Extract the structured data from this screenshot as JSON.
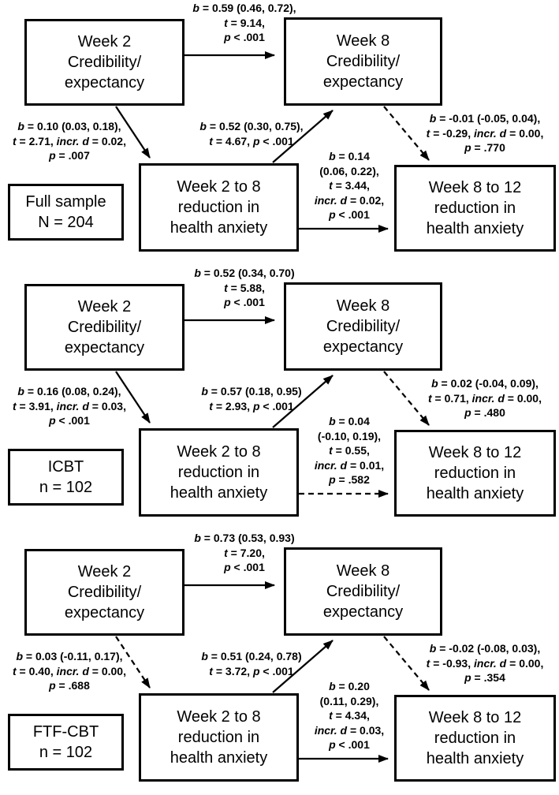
{
  "figure": {
    "background_color": "#ffffff",
    "line_color": "#000000",
    "box_border_color": "#000000",
    "arrow_dash_pattern": "7 5"
  },
  "panels": [
    {
      "id": "full-sample",
      "sample_label": [
        "Full sample",
        "N = 204"
      ],
      "boxes": {
        "week2_ce": [
          "Week 2",
          "Credibility/",
          "expectancy"
        ],
        "week8_ce": [
          "Week 8",
          "Credibility/",
          "expectancy"
        ],
        "week2to8": [
          "Week 2 to 8",
          "reduction in",
          "health anxiety"
        ],
        "week8to12": [
          "Week 8 to 12",
          "reduction in",
          "health anxiety"
        ]
      },
      "paths": {
        "top": {
          "lines": [
            "b = 0.59 (0.46, 0.72),",
            "t = 9.14,",
            "p < .001"
          ],
          "style": "solid"
        },
        "left": {
          "lines": [
            "b = 0.10 (0.03, 0.18),",
            "t = 2.71, incr. d = 0.02,",
            "p = .007"
          ],
          "style": "solid"
        },
        "mid": {
          "lines": [
            "b = 0.52 (0.30, 0.75),",
            "t = 4.67, p < .001"
          ],
          "style": "solid"
        },
        "right": {
          "lines": [
            "b = -0.01 (-0.05, 0.04),",
            "t = -0.29, incr. d = 0.00,",
            "p = .770"
          ],
          "style": "dashed"
        },
        "bottom": {
          "lines": [
            "b = 0.14",
            "(0.06, 0.22),",
            "t = 3.44,",
            "incr. d = 0.02,",
            "p < .001"
          ],
          "style": "solid"
        }
      }
    },
    {
      "id": "icbt",
      "sample_label": [
        "ICBT",
        "n = 102"
      ],
      "boxes": {
        "week2_ce": [
          "Week 2",
          "Credibility/",
          "expectancy"
        ],
        "week8_ce": [
          "Week 8",
          "Credibility/",
          "expectancy"
        ],
        "week2to8": [
          "Week 2 to 8",
          "reduction in",
          "health anxiety"
        ],
        "week8to12": [
          "Week 8 to 12",
          "reduction in",
          "health anxiety"
        ]
      },
      "paths": {
        "top": {
          "lines": [
            "b = 0.52 (0.34, 0.70)",
            "t = 5.88,",
            "p < .001"
          ],
          "style": "solid"
        },
        "left": {
          "lines": [
            "b = 0.16 (0.08, 0.24),",
            "t = 3.91, incr. d = 0.03,",
            "p < .001"
          ],
          "style": "solid"
        },
        "mid": {
          "lines": [
            "b = 0.57 (0.18, 0.95)",
            "t = 2.93, p < .001"
          ],
          "style": "solid"
        },
        "right": {
          "lines": [
            "b = 0.02 (-0.04, 0.09),",
            "t = 0.71, incr. d = 0.00,",
            "p = .480"
          ],
          "style": "dashed"
        },
        "bottom": {
          "lines": [
            "b = 0.04",
            "(-0.10, 0.19),",
            "t = 0.55,",
            "incr. d = 0.01,",
            "p = .582"
          ],
          "style": "dashed"
        }
      }
    },
    {
      "id": "ftf-cbt",
      "sample_label": [
        "FTF-CBT",
        "n = 102"
      ],
      "boxes": {
        "week2_ce": [
          "Week 2",
          "Credibility/",
          "expectancy"
        ],
        "week8_ce": [
          "Week 8",
          "Credibility/",
          "expectancy"
        ],
        "week2to8": [
          "Week 2 to 8",
          "reduction in",
          "health anxiety"
        ],
        "week8to12": [
          "Week 8 to 12",
          "reduction in",
          "health anxiety"
        ]
      },
      "paths": {
        "top": {
          "lines": [
            "b = 0.73 (0.53, 0.93)",
            "t = 7.20,",
            "p < .001"
          ],
          "style": "solid"
        },
        "left": {
          "lines": [
            "b = 0.03 (-0.11, 0.17),",
            "t = 0.40, incr. d = 0.00,",
            "p = .688"
          ],
          "style": "dashed"
        },
        "mid": {
          "lines": [
            "b = 0.51 (0.24, 0.78)",
            "t = 3.72, p < .001"
          ],
          "style": "solid"
        },
        "right": {
          "lines": [
            "b = -0.02 (-0.08, 0.03),",
            "t = -0.93, incr. d = 0.00,",
            "p = .354"
          ],
          "style": "dashed"
        },
        "bottom": {
          "lines": [
            "b = 0.20",
            "(0.11, 0.29),",
            "t = 4.34,",
            "incr. d = 0.03,",
            "p < .001"
          ],
          "style": "solid"
        }
      }
    }
  ]
}
